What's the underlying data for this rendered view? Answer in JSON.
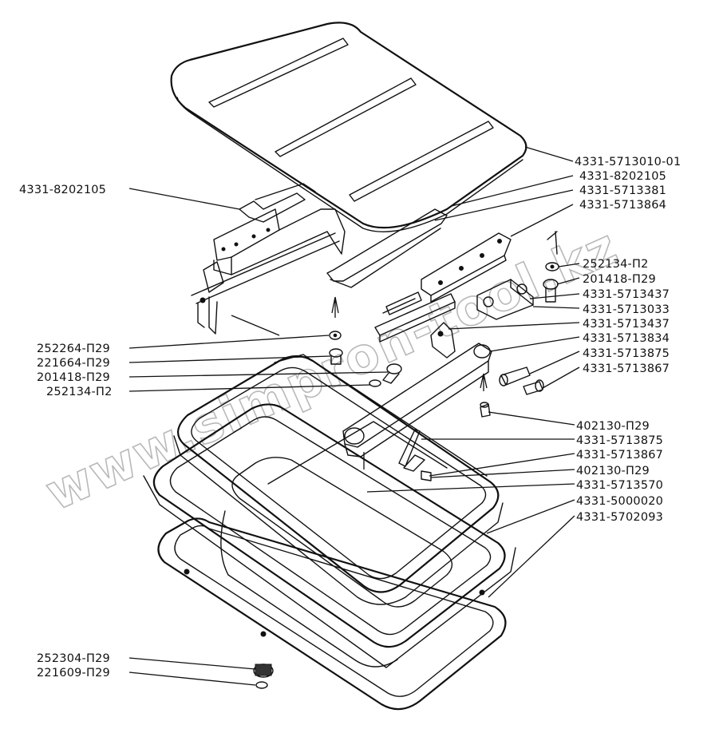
{
  "watermark": "www.simpron-tool.kz",
  "labels": {
    "l_8202105_left": "4331-8202105",
    "r_5713010": "4331-5713010-01",
    "r_8202105": "4331-8202105",
    "r_5713381": "4331-5713381",
    "r_5713864": "4331-5713864",
    "r_252134_p2": "252134-П2",
    "r_201418_p29": "201418-П29",
    "r_5713437_a": "4331-5713437",
    "r_5713033": "4331-5713033",
    "r_5713437_b": "4331-5713437",
    "r_5713834": "4331-5713834",
    "r_5713875_a": "4331-5713875",
    "r_5713867_a": "4331-5713867",
    "r_402130_a": "402130-П29",
    "r_5713875_b": "4331-5713875",
    "r_5713867_b": "4331-5713867",
    "r_402130_b": "402130-П29",
    "r_5713570": "4331-5713570",
    "r_5000020": "4331-5000020",
    "r_5702093": "4331-5702093",
    "l_252264": "252264-П29",
    "l_221664": "221664-П29",
    "l_201418": "201418-П29",
    "l_252134": "252134-П2",
    "l_252304": "252304-П29",
    "l_221609": "221609-П29"
  }
}
